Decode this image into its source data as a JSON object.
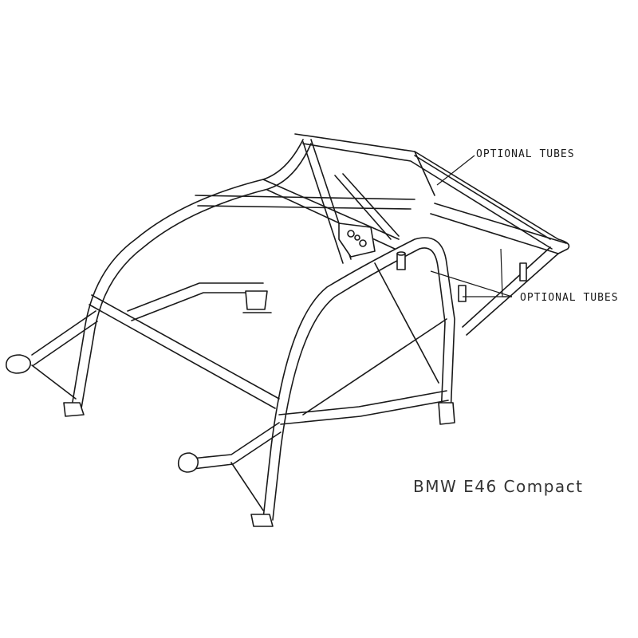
{
  "diagram": {
    "callouts": {
      "top": "OPTIONAL TUBES",
      "bottom": "OPTIONAL TUBES"
    },
    "caption": "BMW E46 Compact",
    "colors": {
      "line": "#1a1a1a",
      "background": "#ffffff"
    }
  }
}
